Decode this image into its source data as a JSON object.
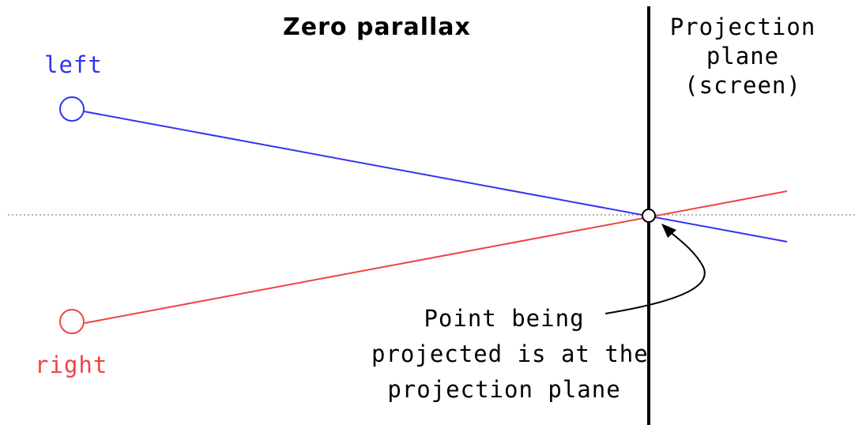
{
  "title": "Zero parallax",
  "projection_plane": {
    "lines": [
      "Projection",
      "plane",
      "(screen)"
    ]
  },
  "eyes": {
    "left": {
      "label": "left",
      "color": "#3333ee"
    },
    "right": {
      "label": "right",
      "color": "#ee4444"
    }
  },
  "annotation": {
    "lines": [
      "Point being",
      "projected is at the",
      "projection plane"
    ]
  },
  "colors": {
    "plane": "#000000",
    "axis": "#b0b0b0",
    "text": "#000000"
  }
}
